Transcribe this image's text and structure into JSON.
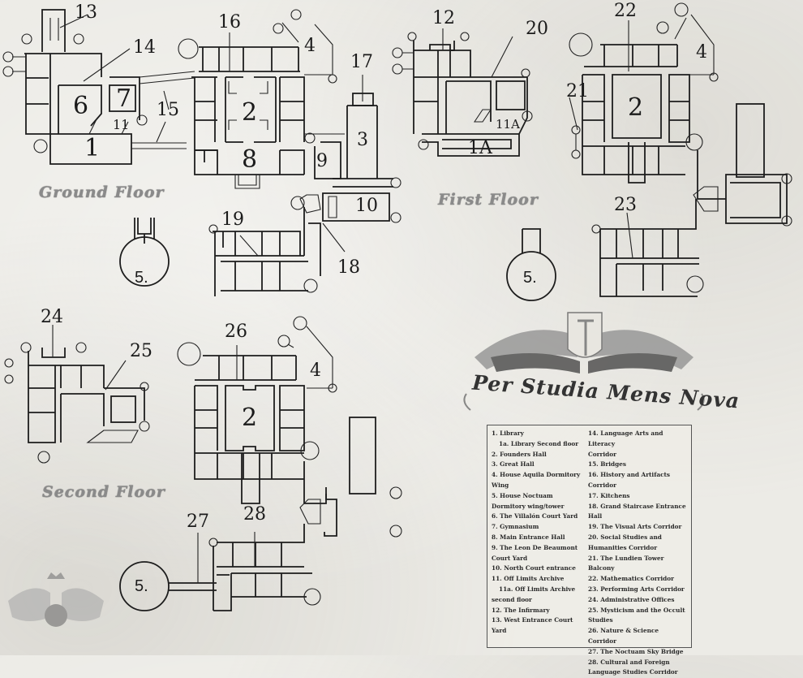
{
  "map": {
    "floors": [
      {
        "id": "ground",
        "title": "Ground Floor"
      },
      {
        "id": "first",
        "title": "First Floor"
      },
      {
        "id": "second",
        "title": "Second Floor"
      }
    ],
    "motto": "Per Studia Mens Nova",
    "labels": {
      "g1": "1",
      "g2": "2",
      "g3": "3",
      "g4": "4",
      "g5": "5.",
      "g6": "6",
      "g7": "7",
      "g8": "8",
      "g9": "9",
      "g10": "10",
      "g11": "11",
      "g13": "13",
      "g14": "14",
      "g15": "15",
      "g16": "16",
      "g17": "17",
      "g18": "18",
      "g19": "19",
      "f1a": "1A",
      "f2": "2",
      "f4": "4",
      "f5": "5.",
      "f11a": "11A",
      "f12": "12",
      "f20": "20",
      "f21": "21",
      "f22": "22",
      "f23": "23",
      "s2": "2",
      "s4": "4",
      "s5": "5.",
      "s24": "24",
      "s25": "25",
      "s26": "26",
      "s27": "27",
      "s28": "28"
    }
  },
  "legend": {
    "left": [
      {
        "text": "1.  Library",
        "indent": false
      },
      {
        "text": "1a. Library Second floor",
        "indent": true
      },
      {
        "text": "2.  Founders Hall",
        "indent": false
      },
      {
        "text": "3.  Great Hall",
        "indent": false
      },
      {
        "text": "4. House Aquila Dormitory",
        "indent": false
      },
      {
        "text": "Wing",
        "indent": false
      },
      {
        "text": "5. House Noctuam",
        "indent": false
      },
      {
        "text": "Dormitory wing/tower",
        "indent": false
      },
      {
        "text": "6. The Villalón Court Yard",
        "indent": false
      },
      {
        "text": "7. Gymnasium",
        "indent": false
      },
      {
        "text": "8.  Main Entrance Hall",
        "indent": false
      },
      {
        "text": "9.  The Leon De Beaumont",
        "indent": false
      },
      {
        "text": "Court Yard",
        "indent": false
      },
      {
        "text": "10. North Court entrance",
        "indent": false
      },
      {
        "text": "11. Off Limits Archive",
        "indent": false
      },
      {
        "text": "11a. Off Limits Archive",
        "indent": true
      },
      {
        "text": "second floor",
        "indent": false
      },
      {
        "text": "12.  The Infirmary",
        "indent": false
      },
      {
        "text": "13.  West Entrance Court",
        "indent": false
      },
      {
        "text": "Yard",
        "indent": false
      }
    ],
    "right": [
      {
        "text": "14. Language Arts and Literacy"
      },
      {
        "text": "Corridor"
      },
      {
        "text": "15. Bridges"
      },
      {
        "text": "16. History and Artifacts"
      },
      {
        "text": "Corridor"
      },
      {
        "text": "17. Kitchens"
      },
      {
        "text": "18. Grand Staircase Entrance Hall"
      },
      {
        "text": "19. The Visual Arts Corridor"
      },
      {
        "text": "20. Social Studies and"
      },
      {
        "text": "Humanities Corridor"
      },
      {
        "text": "21. The Lundien Tower Balcony"
      },
      {
        "text": "22. Mathematics Corridor"
      },
      {
        "text": "23. Performing Arts Corridor"
      },
      {
        "text": "24. Administrative Offices"
      },
      {
        "text": "25. Mysticism and the Occult"
      },
      {
        "text": "Studies"
      },
      {
        "text": "26. Nature & Science Corridor"
      },
      {
        "text": "27. The Noctuam Sky Bridge"
      },
      {
        "text": "28. Cultural and Foreign"
      },
      {
        "text": "Language Studies Corridor"
      }
    ]
  }
}
